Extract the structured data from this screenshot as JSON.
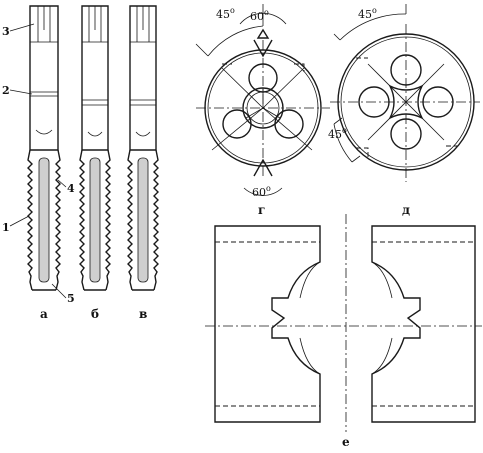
{
  "callouts": [
    "1",
    "2",
    "3",
    "4",
    "5"
  ],
  "captions": {
    "a": "а",
    "b": "б",
    "v": "в",
    "g": "г",
    "d": "д",
    "e": "е"
  },
  "angles": {
    "g_top_45": "45",
    "g_top_60": "60",
    "g_bottom_60": "60",
    "d_top_45": "45",
    "d_left_45": "45"
  },
  "degree_mark": "o"
}
